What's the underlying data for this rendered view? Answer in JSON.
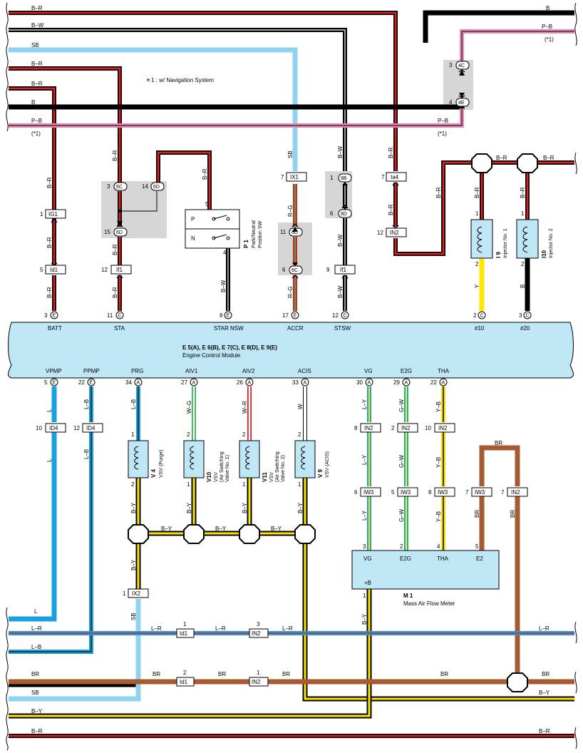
{
  "wires": {
    "top_BR": "B–R",
    "top_B": "B",
    "top_BW": "B–W",
    "top_PB": "P–B",
    "top_PB_note": "(*1)",
    "top_SB": "SB",
    "second_BR": "B–R",
    "third_BR": "B–R",
    "mid_B": "B",
    "mid_PB_left": "P–B",
    "mid_PB_right": "P–B",
    "note_left": "(*1)",
    "note_right": "(*1)",
    "v_BR": "B–R",
    "v_BW": "B–W",
    "v_SB": "SB",
    "v_RG": "R–G",
    "v_Y": "Y",
    "v_B": "B",
    "v_L": "L",
    "v_LB": "L–B",
    "v_LY": "L–Y",
    "v_GW": "G–W",
    "v_YB": "Y–B",
    "v_BY": "B–Y",
    "v_WG": "W–G",
    "v_WR": "W–R",
    "v_W": "W",
    "v_BRn": "BR",
    "bottom_LR": "L–R",
    "bottom_LB": "L–B",
    "bottom_BR": "BR",
    "bottom_SB": "SB",
    "bottom_BY": "B–Y",
    "bottom_BR2": "B–R",
    "bottom_L": "L"
  },
  "note": "＊1 : w/ Navigation System",
  "connectors": {
    "IG1": "IG1",
    "Id1": "Id1",
    "If1": "If1",
    "IX1": "IX1",
    "Ia4": "Ia4",
    "IN2": "IN2",
    "c6C": "6C",
    "c6D": "6D",
    "c8B": "8B",
    "c8D": "8D",
    "c4C": "4C",
    "c4E": "4E",
    "ID4": "ID4",
    "IW3": "IW3",
    "IX2": "IX2"
  },
  "pin_numbers": {
    "n1": "1",
    "n2": "2",
    "n3": "3",
    "n4": "4",
    "n5": "5",
    "n6": "6",
    "n7": "7",
    "n8": "8",
    "n9": "9",
    "n10": "10",
    "n11": "11",
    "n12": "12",
    "n14": "14",
    "n15": "15",
    "n17": "17",
    "n22": "22",
    "n26": "26",
    "n27": "27",
    "n29": "29",
    "n30": "30",
    "n33": "33",
    "n34": "34"
  },
  "pin_letters": {
    "E": "E",
    "C": "C",
    "A": "A"
  },
  "switch": {
    "code": "P 1",
    "name1": "Park/Neutral",
    "name2": "Position SW",
    "p": "P",
    "n": "N"
  },
  "injectors": {
    "i9_code": "I 9",
    "i9_name": "Injector No. 1",
    "i10_code": "I10",
    "i10_name": "Injector No. 2"
  },
  "ecm": {
    "codes": "E 5(A), E 6(B), E 7(C), E 8(D), E 9(E)",
    "name": "Engine Control Module",
    "top_pins": [
      "BATT",
      "STA",
      "STAR NSW",
      "ACCR",
      "STSW",
      "#10",
      "#20"
    ],
    "bottom_pins": [
      "VPMP",
      "PPMP",
      "PRG",
      "AIV1",
      "AIV2",
      "ACIS",
      "VG",
      "E2G",
      "THA"
    ]
  },
  "vsv": {
    "v4_code": "V 4",
    "v4_name": "VSV (Purge)",
    "v10_code": "V10",
    "v10_name1": "VSV",
    "v10_name2": "(Air Switching",
    "v10_name3": "Valve No. 1)",
    "v11_code": "V11",
    "v11_name1": "VSV",
    "v11_name2": "(Air Switching",
    "v11_name3": "Valve No. 2)",
    "v9_code": "V 9",
    "v9_name": "VSV (ACIS)"
  },
  "maf": {
    "code": "M 1",
    "name": "Mass Air Flow Meter",
    "pins": [
      "VG",
      "E2G",
      "THA",
      "E2"
    ],
    "plusB": "+B"
  },
  "colors": {
    "black": "#000000",
    "red": "#e31e24",
    "pink": "#e889b5",
    "skyblue": "#8fd3f0",
    "blue": "#1aa0e0",
    "yellow": "#ffe600",
    "green": "#2db34a",
    "brown": "#a65b33",
    "gray": "#d6d6d6",
    "ecm_fill": "#bfe6f5",
    "white": "#ffffff"
  }
}
